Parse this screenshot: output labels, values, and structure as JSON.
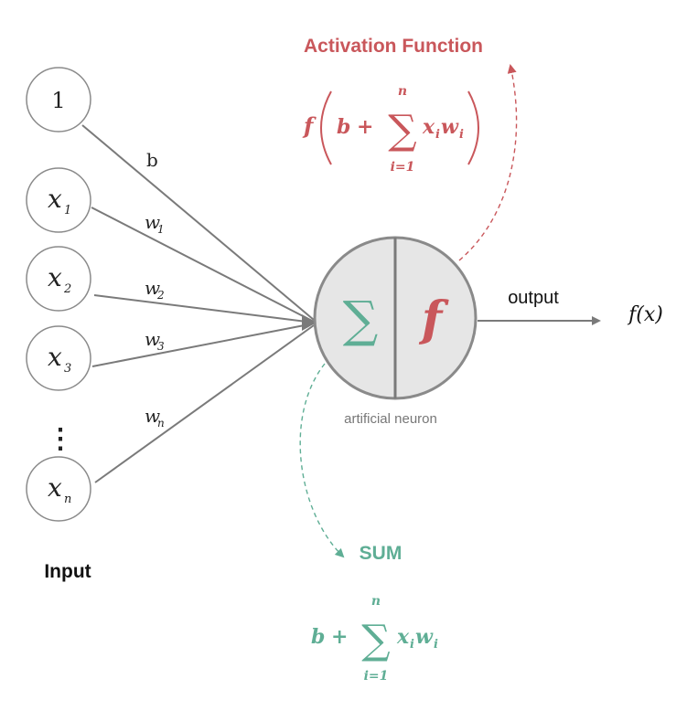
{
  "activation": {
    "title": "Activation Function",
    "func": "f",
    "b": "b",
    "plus": "+",
    "sigma": "∑",
    "upper": "n",
    "lower": "i=1",
    "x": "x",
    "xi": "i",
    "w": "w",
    "wi": "i"
  },
  "inputs": [
    {
      "main": "1",
      "sub": ""
    },
    {
      "main": "x",
      "sub": "1"
    },
    {
      "main": "x",
      "sub": "2"
    },
    {
      "main": "x",
      "sub": "3"
    },
    {
      "main": "x",
      "sub": "n"
    }
  ],
  "ellipsis": "⋮",
  "weights": [
    {
      "main": "b",
      "sub": ""
    },
    {
      "main": "w",
      "sub": "1"
    },
    {
      "main": "w",
      "sub": "2"
    },
    {
      "main": "w",
      "sub": "3"
    },
    {
      "main": "w",
      "sub": "n"
    }
  ],
  "input_label": "Input",
  "neuron": {
    "sum_symbol": "∑",
    "func_symbol": "f",
    "label": "artificial neuron"
  },
  "output": {
    "label": "output",
    "expr": "f(x)"
  },
  "sum": {
    "title": "SUM",
    "b": "b",
    "plus": "+",
    "sigma": "∑",
    "upper": "n",
    "lower": "i=1",
    "x": "x",
    "xi": "i",
    "w": "w",
    "wi": "i"
  },
  "colors": {
    "activation": "#c9575b",
    "sum": "#5fae95",
    "line": "#7a7a7a",
    "neuron_fill": "#e6e6e6"
  }
}
